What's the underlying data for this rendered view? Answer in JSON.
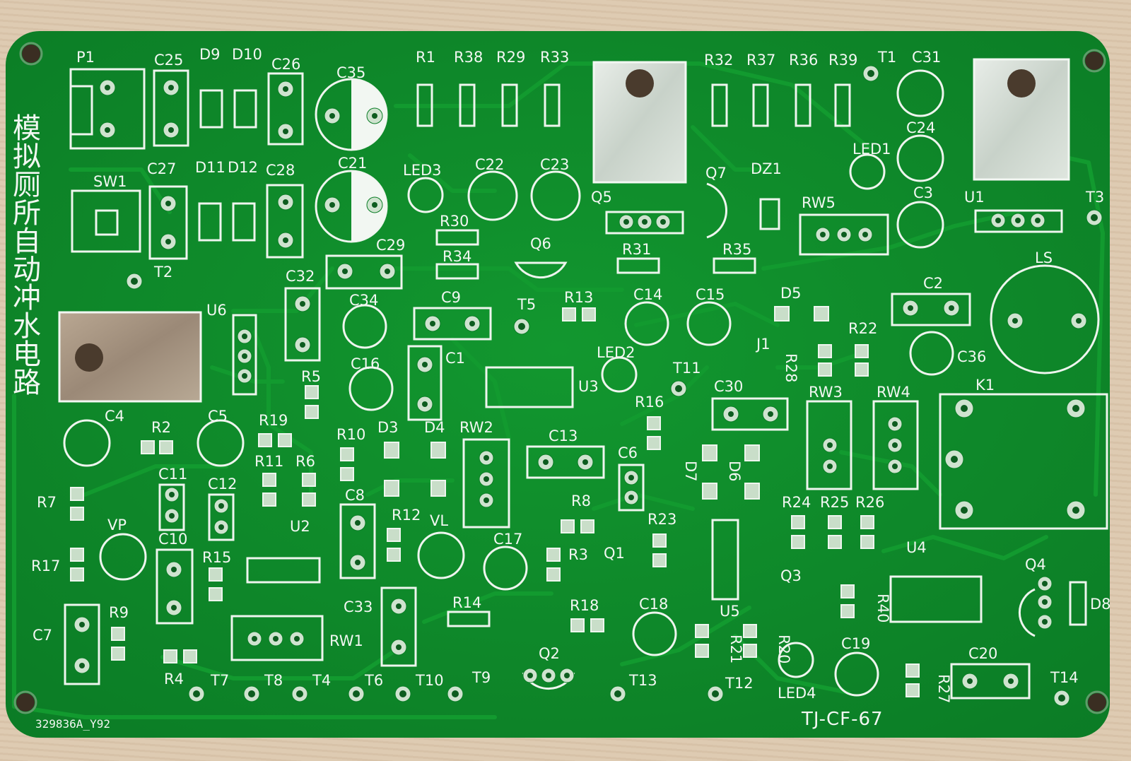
{
  "board": {
    "title_cn": "模拟厕所自动冲水电路",
    "serial": "329836A_Y92",
    "model": "TJ-CF-67",
    "colors": {
      "mask": "#0f8a2a",
      "silk": "#f2f7f2",
      "pad": "#cfe3cf"
    }
  },
  "labels": {
    "P1": "P1",
    "C25": "C25",
    "D9": "D9",
    "D10": "D10",
    "C26": "C26",
    "C35": "C35",
    "R1": "R1",
    "R38": "R38",
    "R29": "R29",
    "R33": "R33",
    "R32": "R32",
    "R37": "R37",
    "R36": "R36",
    "R39": "R39",
    "T1": "T1",
    "C31": "C31",
    "SW1": "SW1",
    "C27": "C27",
    "D11": "D11",
    "D12": "D12",
    "C28": "C28",
    "C21": "C21",
    "LED3": "LED3",
    "C22": "C22",
    "C23": "C23",
    "Q7": "Q7",
    "DZ1": "DZ1",
    "C24": "C24",
    "LED1": "LED1",
    "Q5": "Q5",
    "RW5": "RW5",
    "C3": "C3",
    "U1": "U1",
    "T3": "T3",
    "T2": "T2",
    "R30": "R30",
    "C29": "C29",
    "Q6": "Q6",
    "R34": "R34",
    "R31": "R31",
    "R35": "R35",
    "LS": "LS",
    "C32": "C32",
    "C2": "C2",
    "U6": "U6",
    "C34": "C34",
    "C9": "C9",
    "T5": "T5",
    "R13": "R13",
    "C14": "C14",
    "C15": "C15",
    "D5": "D5",
    "R22": "R22",
    "C36": "C36",
    "C16": "C16",
    "C1": "C1",
    "LED2": "LED2",
    "J1": "J1",
    "R28": "R28",
    "R5": "R5",
    "U3": "U3",
    "T11": "T11",
    "C30": "C30",
    "RW3": "RW3",
    "RW4": "RW4",
    "K1": "K1",
    "C4": "C4",
    "R2": "R2",
    "C5": "C5",
    "R19": "R19",
    "R16": "R16",
    "R10": "R10",
    "D3": "D3",
    "D4": "D4",
    "RW2": "RW2",
    "C13": "C13",
    "R11": "R11",
    "R6": "R6",
    "C6": "C6",
    "D7": "D7",
    "D6": "D6",
    "C11": "C11",
    "C12": "C12",
    "R7": "R7",
    "C8": "C8",
    "R8": "R8",
    "R24": "R24",
    "R25": "R25",
    "R26": "R26",
    "VP": "VP",
    "R12": "R12",
    "VL": "VL",
    "R23": "R23",
    "C10": "C10",
    "U2": "U2",
    "C17": "C17",
    "R17": "R17",
    "R15": "R15",
    "R3": "R3",
    "Q1": "Q1",
    "U4": "U4",
    "Q4": "Q4",
    "Q3": "Q3",
    "R40": "R40",
    "U5": "U5",
    "D8": "D8",
    "C33": "C33",
    "R14": "R14",
    "R18": "R18",
    "C18": "C18",
    "R9": "R9",
    "C7": "C7",
    "RW1": "RW1",
    "R21": "R21",
    "R20": "R20",
    "C19": "C19",
    "R27": "R27",
    "C20": "C20",
    "Q2": "Q2",
    "R4": "R4",
    "T7": "T7",
    "T8": "T8",
    "T4": "T4",
    "T6": "T6",
    "T10": "T10",
    "T9": "T9",
    "T13": "T13",
    "T12": "T12",
    "LED4": "LED4",
    "T14": "T14"
  }
}
